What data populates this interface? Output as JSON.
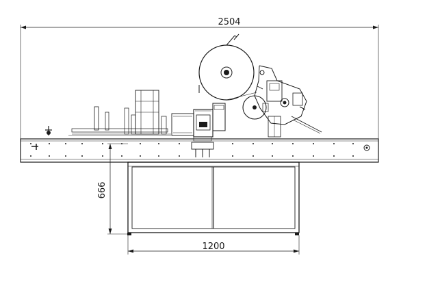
{
  "drawing": {
    "view": "front-elevation",
    "subject": "labeling-machine",
    "line_color": "#1a1a1a",
    "background_color": "#ffffff"
  },
  "dimensions": {
    "overall_length": "2504",
    "base_frame_width": "1200",
    "table_height": "666"
  }
}
